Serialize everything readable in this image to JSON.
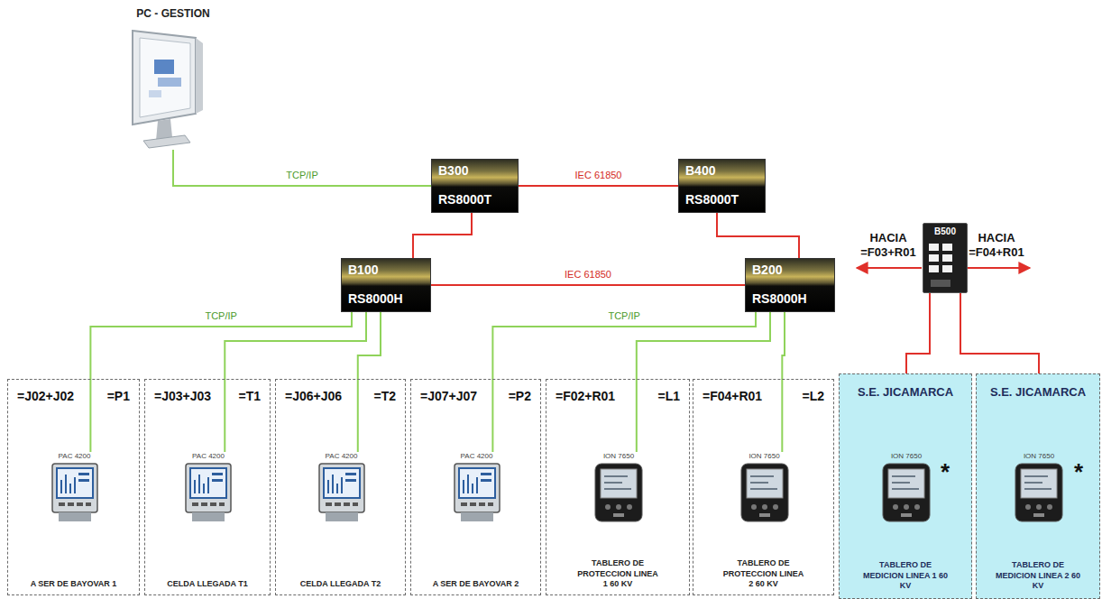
{
  "diagram": {
    "nodes": [
      {
        "text": [
          "PC - GESTION"
        ]
      },
      {
        "text": [
          "B300",
          "RS8000T"
        ]
      },
      {
        "text": [
          "B400",
          "RS8000T"
        ]
      },
      {
        "text": [
          "B100",
          "RS8000H"
        ]
      },
      {
        "text": [
          "B200",
          "RS8000H"
        ]
      },
      {
        "text": [
          "B500"
        ]
      },
      {
        "text": [
          "=J02+J02",
          "=P1",
          "A SER DE BAYOVAR 1"
        ]
      },
      {
        "text": [
          "PAC 4200"
        ],
        "in": 6
      },
      {
        "text": [
          "=J03+J03",
          "=T1",
          "CELDA LLEGADA T1"
        ]
      },
      {
        "text": [
          "PAC 4200"
        ],
        "in": 8
      },
      {
        "text": [
          "=J06+J06",
          "=T2",
          "CELDA LLEGADA T2"
        ]
      },
      {
        "text": [
          "PAC 4200"
        ],
        "in": 10
      },
      {
        "text": [
          "=J07+J07",
          "=P2",
          "A SER DE BAYOVAR 2"
        ]
      },
      {
        "text": [
          "PAC 4200"
        ],
        "in": 12
      },
      {
        "text": [
          "=F02+R01",
          "=L1",
          "TABLERO DE PROTECCION LINEA 1 60 KV"
        ]
      },
      {
        "text": [
          "ION 7650"
        ],
        "in": 14
      },
      {
        "text": [
          "=F04+R01",
          "=L2",
          "TABLERO DE PROTECCION LINEA 2 60 KV"
        ]
      },
      {
        "text": [
          "ION 7650"
        ],
        "in": 16
      },
      {
        "text": [
          "S.E. JICAMARCA",
          "TABLERO DE MEDICION LINEA 1 60 KV"
        ]
      },
      {
        "text": [
          "ION 7650"
        ],
        "in": 18
      },
      {
        "text": [
          "S.E. JICAMARCA",
          "TABLERO DE MEDICION LINEA 2 60 KV"
        ]
      },
      {
        "text": [
          "ION 7650"
        ],
        "in": 20
      }
    ],
    "edges": [
      {
        "from": 0,
        "to": 1,
        "arrow": "none",
        "label": "TCP/IP"
      },
      {
        "from": 1,
        "to": 2,
        "arrow": "none",
        "label": "IEC 61850"
      },
      {
        "from": 1,
        "to": 3,
        "arrow": "none"
      },
      {
        "from": 2,
        "to": 4,
        "arrow": "none"
      },
      {
        "from": 3,
        "to": 4,
        "arrow": "none",
        "label": "IEC 61850"
      },
      {
        "from": 3,
        "to": 7,
        "arrow": "none",
        "label": "TCP/IP"
      },
      {
        "from": 3,
        "to": 9,
        "arrow": "none"
      },
      {
        "from": 3,
        "to": 11,
        "arrow": "none"
      },
      {
        "from": 4,
        "to": 13,
        "arrow": "none",
        "label": "TCP/IP"
      },
      {
        "from": 4,
        "to": 15,
        "arrow": "none"
      },
      {
        "from": 4,
        "to": 17,
        "arrow": "none"
      },
      {
        "from": 5,
        "to": 19,
        "arrow": "none"
      },
      {
        "from": 5,
        "to": 21,
        "arrow": "none"
      }
    ],
    "labels": [
      "HACIA =F03+R01",
      "HACIA =F04+R01",
      "*",
      "*"
    ]
  }
}
